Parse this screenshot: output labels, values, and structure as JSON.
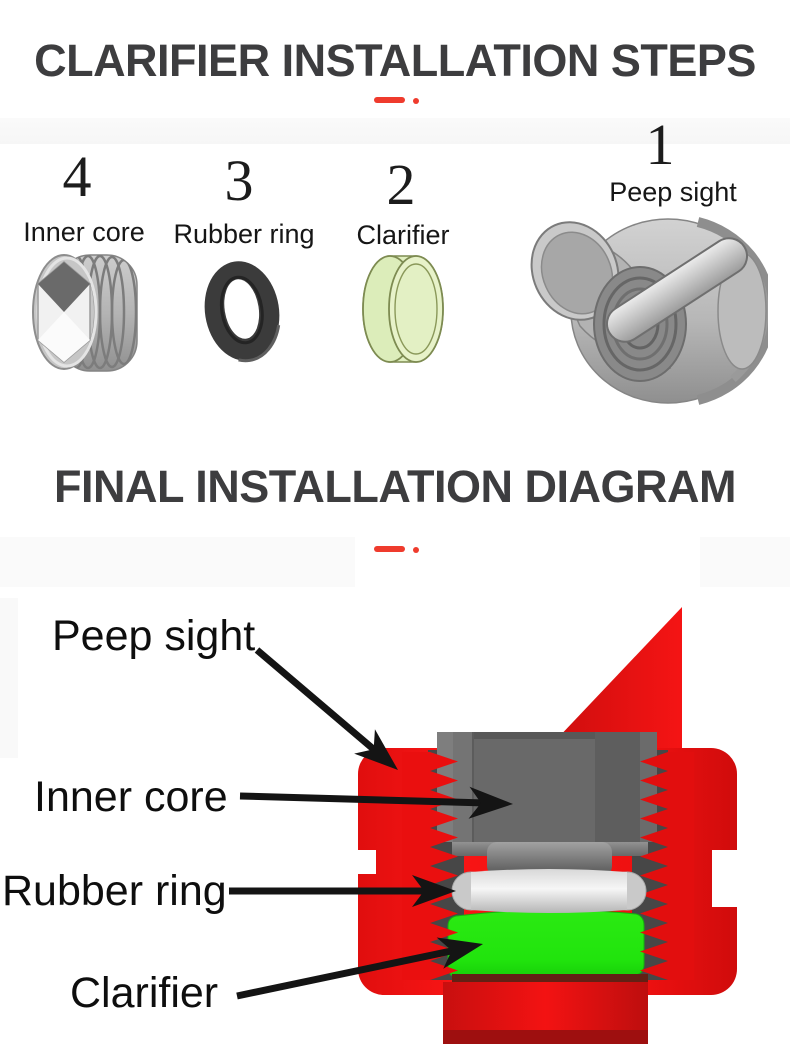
{
  "page": {
    "background": "#ffffff",
    "accent_color": "#ef3b2d"
  },
  "steps_section": {
    "title": "CLARIFIER INSTALLATION STEPS",
    "parts": [
      {
        "number": "4",
        "label": "Inner core",
        "icon": "threaded-inner-core"
      },
      {
        "number": "3",
        "label": "Rubber ring",
        "icon": "black-o-ring"
      },
      {
        "number": "2",
        "label": "Clarifier",
        "icon": "clarifier-lens"
      },
      {
        "number": "1",
        "label": "Peep sight",
        "icon": "peep-sight-housing"
      }
    ]
  },
  "final_section": {
    "title": "FINAL INSTALLATION DIAGRAM",
    "callouts": [
      {
        "label": "Peep sight",
        "target": "red-housing"
      },
      {
        "label": "Inner core",
        "target": "gray-core"
      },
      {
        "label": "Rubber ring",
        "target": "rubber-ring"
      },
      {
        "label": "Clarifier",
        "target": "green-clarifier"
      }
    ],
    "diagram_colors": {
      "housing_red": "#ee1010",
      "core_gray": "#696969",
      "ring_gray": "#d9d9d9",
      "clarifier_green": "#22e40e"
    }
  }
}
